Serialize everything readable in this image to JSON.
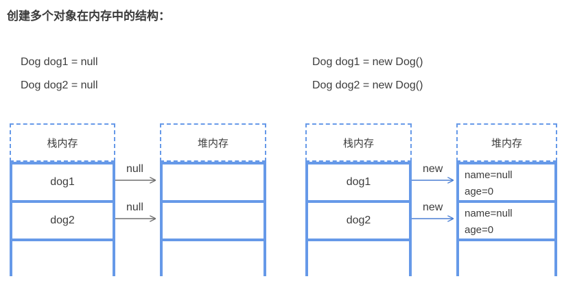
{
  "title": "创建多个对象在内存中的结构：",
  "colors": {
    "box_border": "#6699e8",
    "text": "#3c3c3c",
    "arrow_gray": "#808080",
    "arrow_blue": "#4a7fd4",
    "background": "#ffffff"
  },
  "code_blocks": {
    "left": {
      "line1": "Dog dog1 = null",
      "line2": "Dog dog2 = null"
    },
    "right": {
      "line1": "Dog dog1 = new Dog()",
      "line2": "Dog dog2 = new Dog()"
    }
  },
  "diagrams": [
    {
      "id": "null-diagram",
      "stack": {
        "header": "栈内存",
        "cells": [
          "dog1",
          "dog2",
          ""
        ]
      },
      "heap": {
        "header": "堆内存",
        "cells": [
          {
            "line1": "",
            "line2": ""
          },
          {
            "line1": "",
            "line2": ""
          },
          {
            "line1": "",
            "line2": ""
          }
        ]
      },
      "arrows": [
        {
          "label": "null"
        },
        {
          "label": "null"
        }
      ]
    },
    {
      "id": "new-diagram",
      "stack": {
        "header": "栈内存",
        "cells": [
          "dog1",
          "dog2",
          ""
        ]
      },
      "heap": {
        "header": "堆内存",
        "cells": [
          {
            "line1": "name=null",
            "line2": "age=0"
          },
          {
            "line1": "name=null",
            "line2": "age=0"
          },
          {
            "line1": "",
            "line2": ""
          }
        ]
      },
      "arrows": [
        {
          "label": "new"
        },
        {
          "label": "new"
        }
      ]
    }
  ]
}
